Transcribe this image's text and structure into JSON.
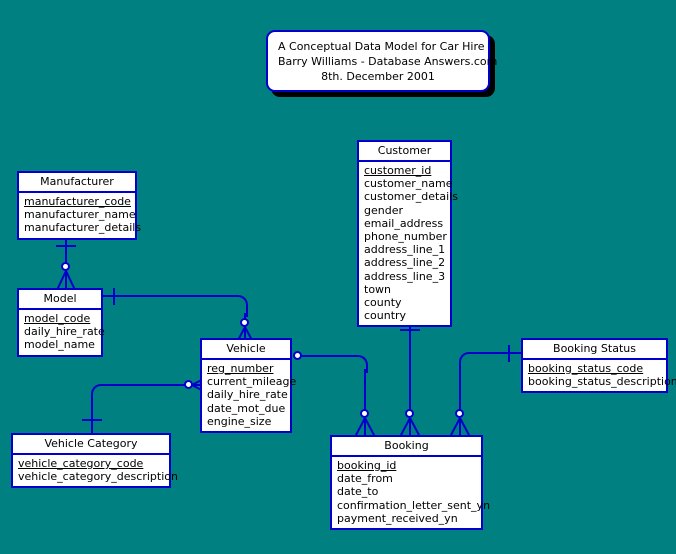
{
  "diagram": {
    "kind": "entity-relationship-diagram",
    "background_color": "#008080",
    "line_color": "#0000cc",
    "entity_fill": "#ffffff",
    "text_color": "#000000",
    "notation": "crow's foot"
  },
  "title_card": {
    "line1": "A Conceptual Data Model for Car Hire",
    "line2": "Barry Williams - Database Answers.com",
    "line3": "8th. December 2001"
  },
  "entities": [
    {
      "id": "manufacturer",
      "name": "Manufacturer",
      "attributes": [
        {
          "name": "manufacturer_code",
          "key": true
        },
        {
          "name": "manufacturer_name",
          "key": false
        },
        {
          "name": "manufacturer_details",
          "key": false
        }
      ]
    },
    {
      "id": "model",
      "name": "Model",
      "attributes": [
        {
          "name": "model_code",
          "key": true
        },
        {
          "name": "daily_hire_rate",
          "key": false
        },
        {
          "name": "model_name",
          "key": false
        }
      ]
    },
    {
      "id": "vehicle",
      "name": "Vehicle",
      "attributes": [
        {
          "name": "reg_number",
          "key": true
        },
        {
          "name": "current_mileage",
          "key": false
        },
        {
          "name": "daily_hire_rate",
          "key": false
        },
        {
          "name": "date_mot_due",
          "key": false
        },
        {
          "name": "engine_size",
          "key": false
        }
      ]
    },
    {
      "id": "vehicle_category",
      "name": "Vehicle Category",
      "attributes": [
        {
          "name": "vehicle_category_code",
          "key": true
        },
        {
          "name": "vehicle_category_description",
          "key": false
        }
      ]
    },
    {
      "id": "customer",
      "name": "Customer",
      "attributes": [
        {
          "name": "customer_id",
          "key": true
        },
        {
          "name": "customer_name",
          "key": false
        },
        {
          "name": "customer_details",
          "key": false
        },
        {
          "name": "gender",
          "key": false
        },
        {
          "name": "email_address",
          "key": false
        },
        {
          "name": "phone_number",
          "key": false
        },
        {
          "name": "address_line_1",
          "key": false
        },
        {
          "name": "address_line_2",
          "key": false
        },
        {
          "name": "address_line_3",
          "key": false
        },
        {
          "name": "town",
          "key": false
        },
        {
          "name": "county",
          "key": false
        },
        {
          "name": "country",
          "key": false
        }
      ]
    },
    {
      "id": "booking_status",
      "name": "Booking Status",
      "attributes": [
        {
          "name": "booking_status_code",
          "key": true
        },
        {
          "name": "booking_status_description",
          "key": false
        }
      ]
    },
    {
      "id": "booking",
      "name": "Booking",
      "attributes": [
        {
          "name": "booking_id",
          "key": true
        },
        {
          "name": "date_from",
          "key": false
        },
        {
          "name": "date_to",
          "key": false
        },
        {
          "name": "confirmation_letter_sent_yn",
          "key": false
        },
        {
          "name": "payment_received_yn",
          "key": false
        }
      ]
    }
  ],
  "relationships": [
    {
      "id": "manufacturer-model",
      "from": "Manufacturer",
      "to": "Model",
      "from_cardinality": "one",
      "to_cardinality": "zero-or-many"
    },
    {
      "id": "model-vehicle",
      "from": "Model",
      "to": "Vehicle",
      "from_cardinality": "one",
      "to_cardinality": "zero-or-many"
    },
    {
      "id": "vehicle_category-vehicle",
      "from": "Vehicle Category",
      "to": "Vehicle",
      "from_cardinality": "one",
      "to_cardinality": "zero-or-many"
    },
    {
      "id": "vehicle-booking",
      "from": "Vehicle",
      "to": "Booking",
      "from_cardinality": "one",
      "to_cardinality": "zero-or-many"
    },
    {
      "id": "customer-booking",
      "from": "Customer",
      "to": "Booking",
      "from_cardinality": "one",
      "to_cardinality": "zero-or-many"
    },
    {
      "id": "booking_status-booking",
      "from": "Booking Status",
      "to": "Booking",
      "from_cardinality": "one",
      "to_cardinality": "zero-or-many"
    }
  ]
}
